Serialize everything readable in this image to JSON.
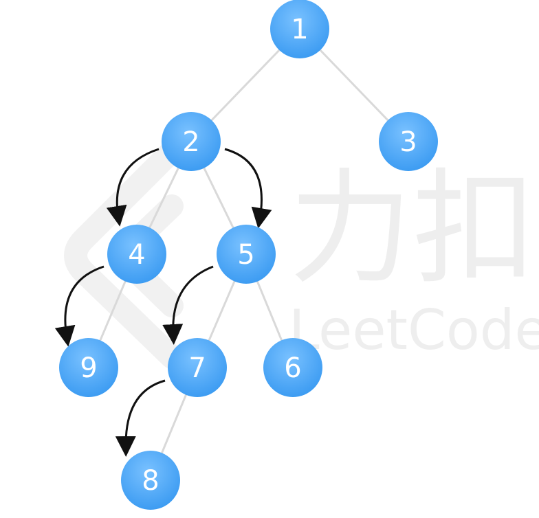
{
  "watermark": {
    "brand_cn": "力扣",
    "brand_en": "LeetCode",
    "color": "#eeeeee"
  },
  "colors": {
    "node_fill": "#3d9cf2",
    "node_fill_light": "#79c1ff",
    "edge": "#d9d9d9",
    "arrow": "#111111",
    "label": "#ffffff"
  },
  "tree": {
    "nodes": [
      {
        "id": "n1",
        "label": "1"
      },
      {
        "id": "n2",
        "label": "2"
      },
      {
        "id": "n3",
        "label": "3"
      },
      {
        "id": "n4",
        "label": "4"
      },
      {
        "id": "n5",
        "label": "5"
      },
      {
        "id": "n9",
        "label": "9"
      },
      {
        "id": "n7",
        "label": "7"
      },
      {
        "id": "n6",
        "label": "6"
      },
      {
        "id": "n8",
        "label": "8"
      }
    ],
    "edges": [
      {
        "from": "n1",
        "to": "n2"
      },
      {
        "from": "n1",
        "to": "n3"
      },
      {
        "from": "n2",
        "to": "n4"
      },
      {
        "from": "n2",
        "to": "n5"
      },
      {
        "from": "n4",
        "to": "n9"
      },
      {
        "from": "n5",
        "to": "n7"
      },
      {
        "from": "n5",
        "to": "n6"
      },
      {
        "from": "n7",
        "to": "n8"
      }
    ],
    "arrows": [
      {
        "from": "n2",
        "to": "n4"
      },
      {
        "from": "n2",
        "to": "n5"
      },
      {
        "from": "n4",
        "to": "n9"
      },
      {
        "from": "n5",
        "to": "n7"
      },
      {
        "from": "n7",
        "to": "n8"
      }
    ]
  }
}
